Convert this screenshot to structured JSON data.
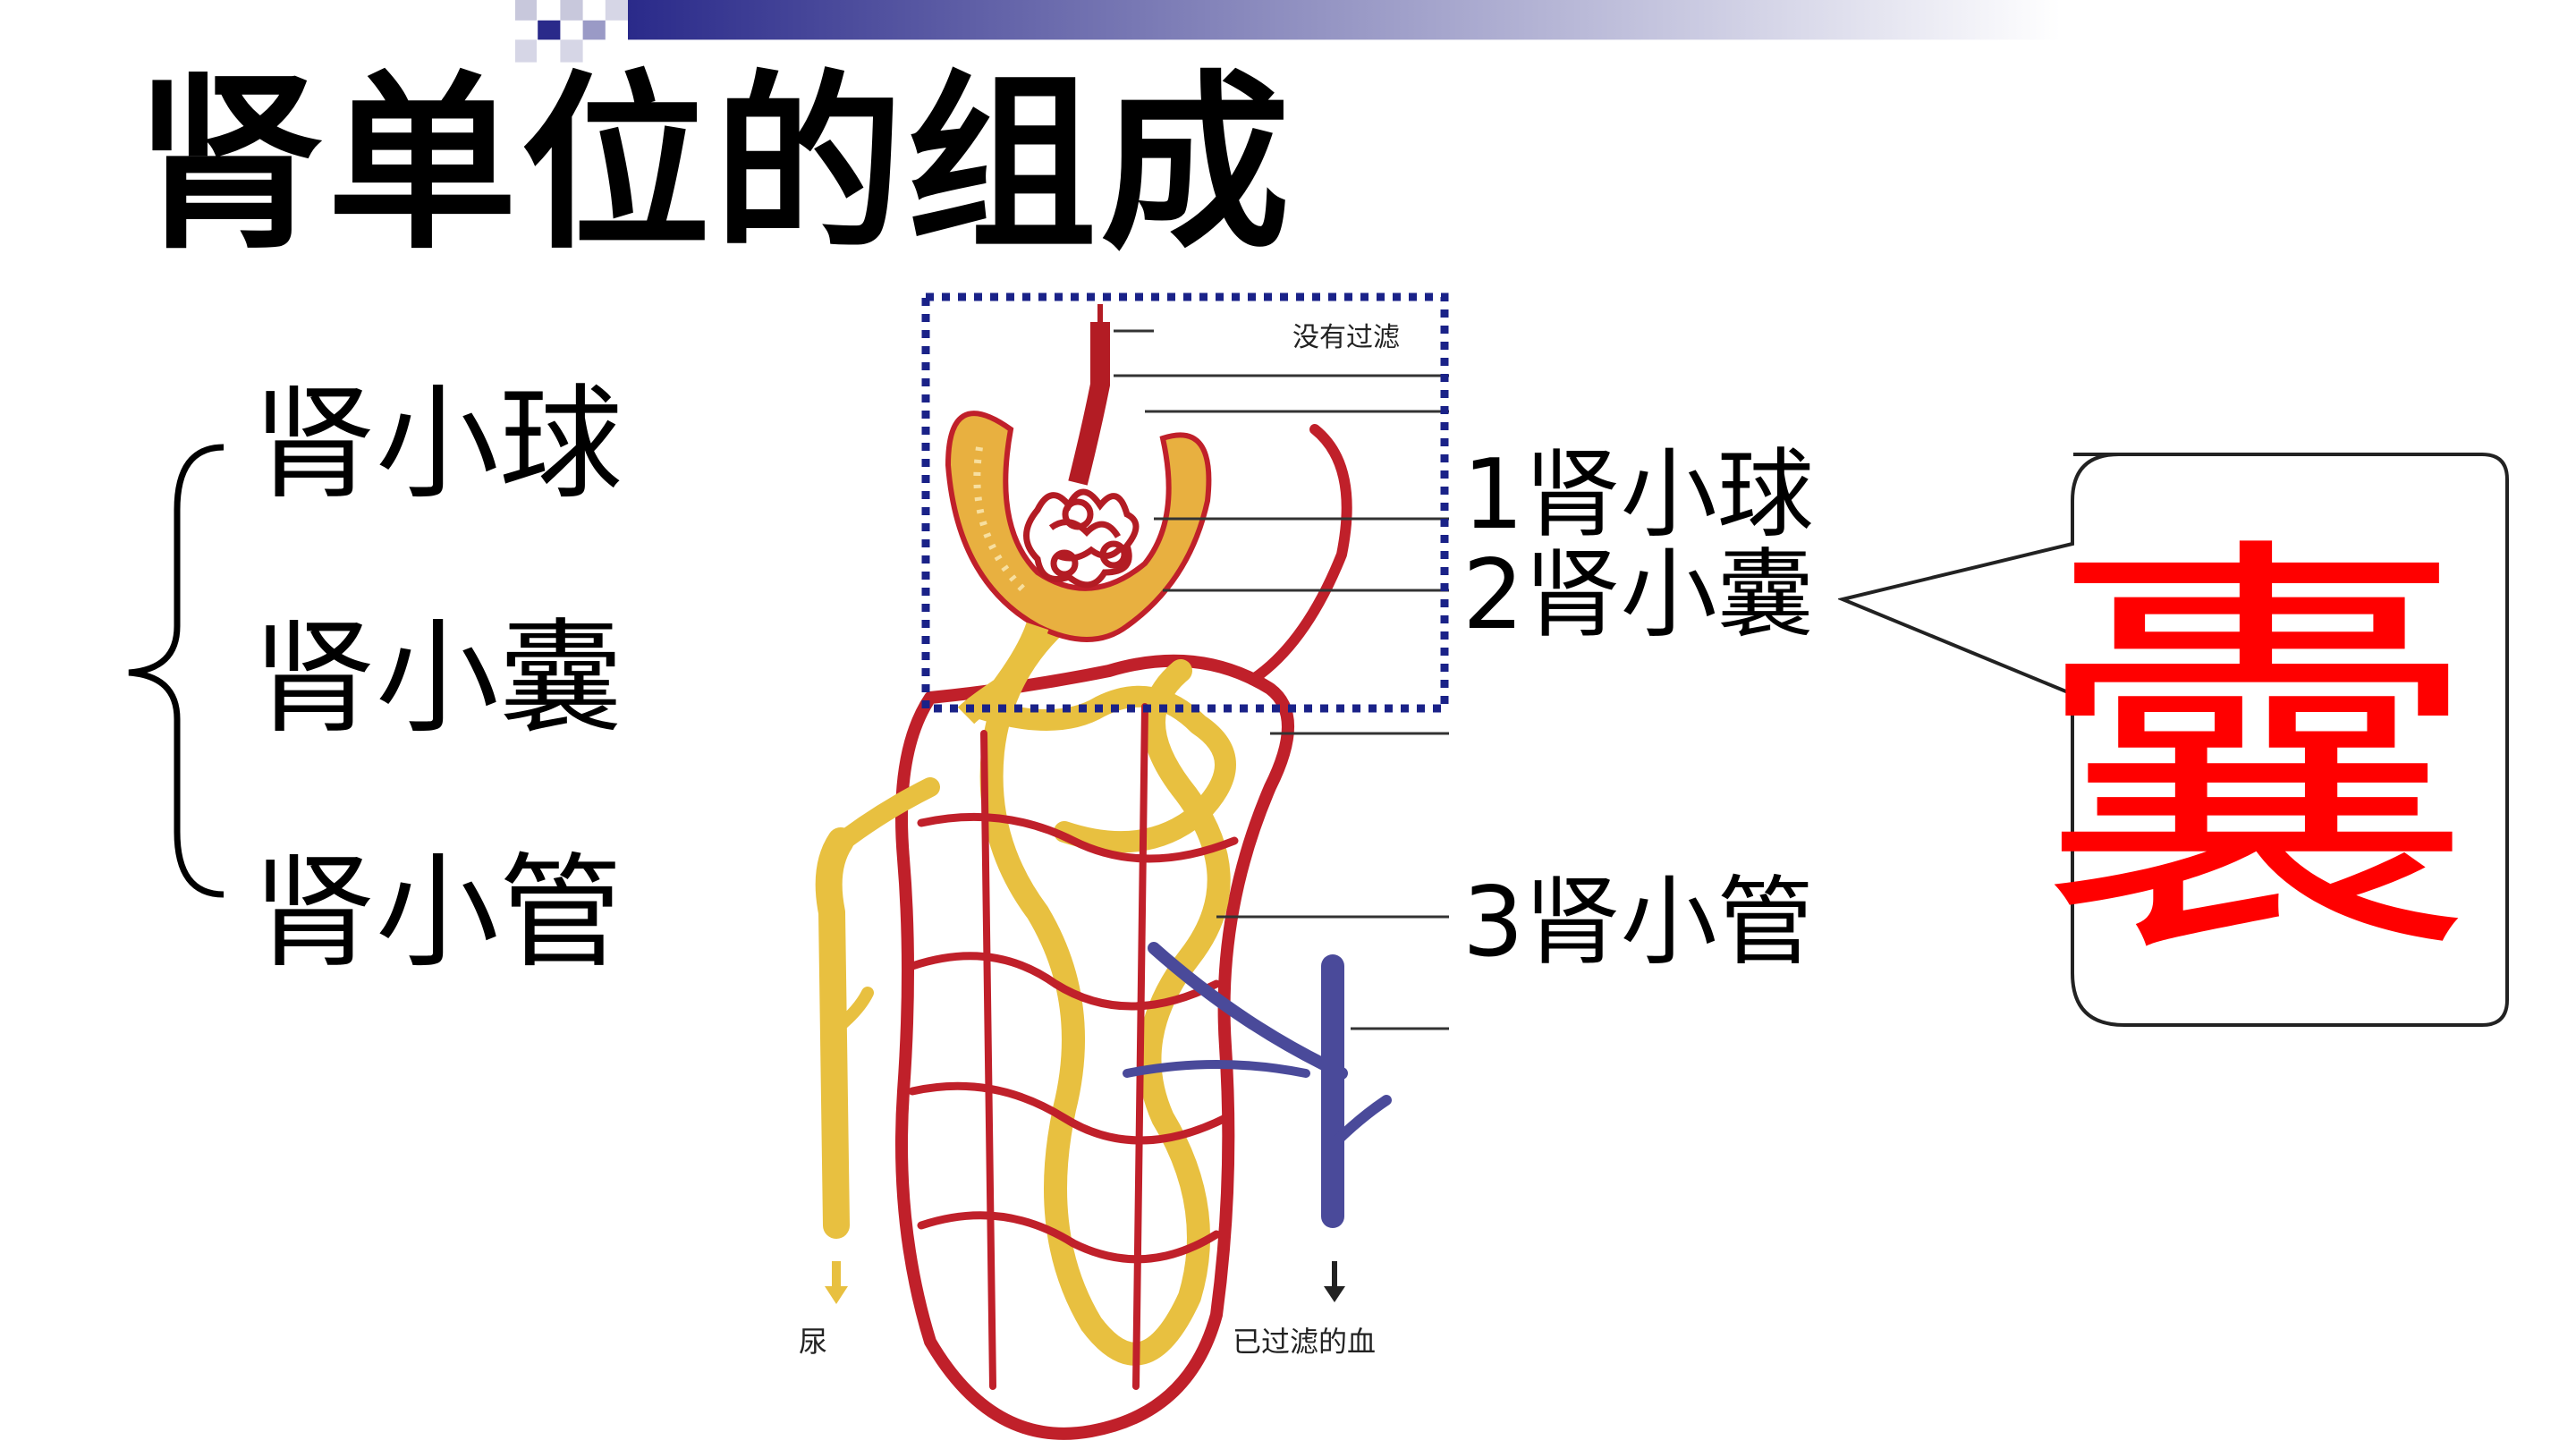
{
  "slide": {
    "title": "肾单位的组成",
    "parts": [
      "肾小球",
      "肾小囊",
      "肾小管"
    ],
    "diagram": {
      "labels": [
        "1肾小球",
        "2肾小囊",
        "3肾小管"
      ],
      "top_caption": "没有过滤",
      "bottom_left_caption": "尿",
      "bottom_right_caption": "已过滤的血"
    },
    "callout": {
      "character": "囊",
      "color": "#ff0000"
    },
    "colors": {
      "vessel_red": "#c0202a",
      "tubule_yellow": "#e8c040",
      "vein_blue": "#4a4a9a",
      "highlight_box": "#1a2288",
      "accent_bar": "#1a2288"
    }
  }
}
